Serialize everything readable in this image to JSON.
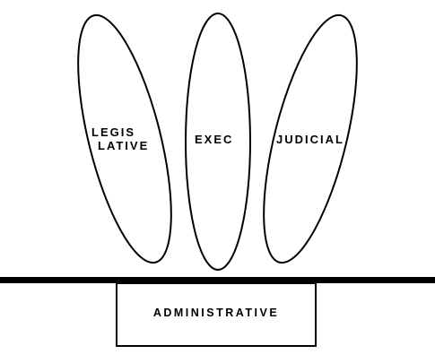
{
  "branches": {
    "legislative": {
      "line1": "LEGIS",
      "line2": "LATIVE"
    },
    "executive": {
      "label": "EXEC"
    },
    "judicial": {
      "label": "JUDICIAL"
    }
  },
  "foundation": {
    "label": "ADMINISTRATIVE"
  },
  "colors": {
    "stroke": "#000000",
    "background": "#ffffff",
    "text": "#000000"
  }
}
